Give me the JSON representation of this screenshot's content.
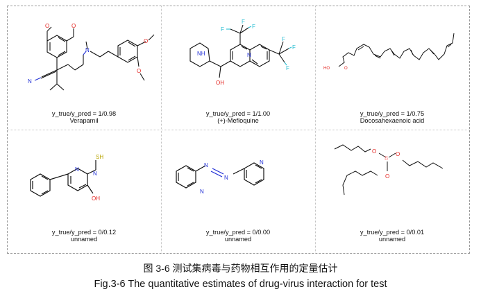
{
  "figure": {
    "caption_cn": "图 3-6 测试集病毒与药物相互作用的定量估计",
    "caption_en": "Fig.3-6 The quantitative estimates of drug-virus interaction for test"
  },
  "panels": [
    {
      "id": "verapamil",
      "score": "y_true/y_pred = 1/0.98",
      "name": "Verapamil"
    },
    {
      "id": "mefloquine",
      "score": "y_true/y_pred = 1/1.00",
      "name": "(+)-Mefloquine"
    },
    {
      "id": "dha",
      "score": "y_true/y_pred = 1/0.75",
      "name": "Docosahexaenoic acid"
    },
    {
      "id": "pyrimidine",
      "score": "y_true/y_pred = 0/0.12",
      "name": "unnamed"
    },
    {
      "id": "azopyridine",
      "score": "y_true/y_pred = 0/0.00",
      "name": "unnamed"
    },
    {
      "id": "borate",
      "score": "y_true/y_pred = 0/0.01",
      "name": "unnamed"
    }
  ],
  "atoms": {
    "O": "O",
    "N": "N",
    "H": "H",
    "F": "F",
    "S": "S",
    "B": "B",
    "HO": "HO",
    "OH": "OH",
    "NH": "NH",
    "SH": "SH"
  },
  "colors": {
    "nitrogen": "#1f2ed6",
    "oxygen": "#e3231f",
    "fluorine": "#2bbfd3",
    "sulfur": "#b8a400"
  }
}
